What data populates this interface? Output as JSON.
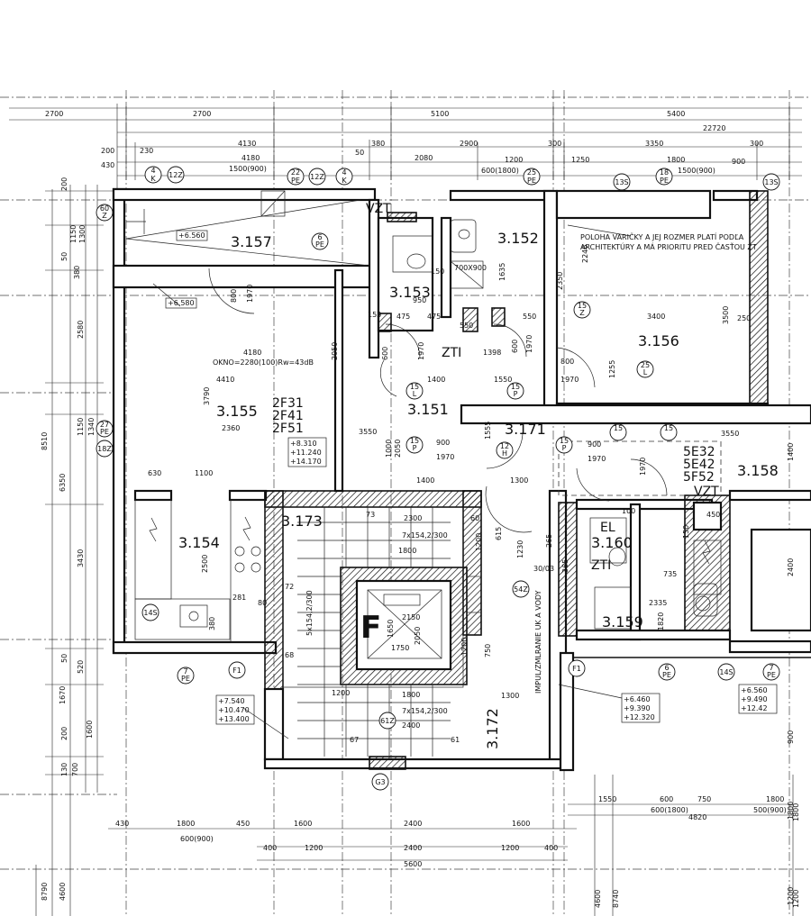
{
  "rooms": [
    "3.157",
    "3.152",
    "3.153",
    "3.156",
    "3.155",
    "3.151",
    "3.171",
    "3.158",
    "3.154",
    "3.173",
    "3.160",
    "3.159",
    "3.172"
  ],
  "room_codes": {
    "c3155": [
      "2F31",
      "2F41",
      "2F51"
    ],
    "c3158": [
      "5E32",
      "5E42",
      "5F52"
    ]
  },
  "labels": {
    "vzt_a": "VZT",
    "vzt_b": "VZT",
    "zti_a": "ZTI",
    "zti_b": "ZTI",
    "el": "EL",
    "lift": "F",
    "note_1": "POLOHA VARIČKY A JEJ ROZMER PLATÍ PODĽA",
    "note_2": "ARCHITEKTÚRY A MÁ PRIORITU PRED ČASŤOU ZT",
    "window_note": "OKNO=2280(100)Rw=43dB",
    "shaft_note": "IMPUL/ZMLRANIE UK A VODY",
    "box_700": "700X900",
    "stair_a": "7x154,2/300",
    "stair_b": "7x154,2/300",
    "stair_c": "5x154,2/300"
  },
  "levels": {
    "a": "+6.560",
    "b": "+6.580",
    "c": [
      "+8.310",
      "+11.240",
      "+14.170"
    ],
    "d": [
      "+7.540",
      "+10.470",
      "+13.400"
    ],
    "e": [
      "+6.460",
      "+9.390",
      "+12.320"
    ],
    "f": [
      "+6.560",
      "+9.490",
      "+12.42"
    ]
  },
  "top_dims": {
    "row1": [
      "2700",
      "2700",
      "5100",
      "5400"
    ],
    "total": "22720",
    "row2": [
      "200",
      "230",
      "4130",
      "380",
      "50",
      "2900",
      "300",
      "3350",
      "300"
    ],
    "row3": [
      "430",
      "4180",
      "1500(900)",
      "2080",
      "1200",
      "1250",
      "1800",
      "1500(900)",
      "900"
    ],
    "row3b": [
      "600(1800)"
    ]
  },
  "left_dims": [
    "200",
    "1150",
    "1300",
    "50",
    "380",
    "2580",
    "8510",
    "1150",
    "1340",
    "6350",
    "3430",
    "50",
    "520",
    "1670",
    "1600",
    "200",
    "130",
    "700",
    "8790",
    "4600"
  ],
  "right_dims": [
    "1400",
    "2400",
    "900",
    "1800",
    "1200"
  ],
  "bottom_dims": {
    "row1": [
      "430",
      "1800",
      "450",
      "1600",
      "2400",
      "1600"
    ],
    "row1b": [
      "600(900)"
    ],
    "row2": [
      "400",
      "1200",
      "2400",
      "1200",
      "400"
    ],
    "total": "5600",
    "right_a": [
      "1550",
      "600",
      "750",
      "1800"
    ],
    "right_b": [
      "600(1800)",
      "4820",
      "500(900)"
    ],
    "vert": [
      "4600",
      "8740",
      "1800",
      "1200"
    ]
  },
  "inner_dims": [
    "800",
    "1970",
    "600",
    "1970",
    "600",
    "1970",
    "800",
    "1970",
    "900",
    "1970",
    "900",
    "1970",
    "2350",
    "1400",
    "1550",
    "3400",
    "3500",
    "250",
    "4180",
    "4410",
    "3790",
    "2050",
    "2360",
    "3550",
    "3550",
    "1000",
    "2050",
    "1100",
    "630",
    "1400",
    "1300",
    "1200",
    "2300",
    "1800",
    "2150",
    "1750",
    "1650",
    "2050",
    "2400",
    "1800",
    "1200",
    "1300",
    "750",
    "1200",
    "67",
    "61",
    "60",
    "73",
    "72",
    "68",
    "950",
    "150",
    "475",
    "475",
    "550",
    "550",
    "1635",
    "1398",
    "2246",
    "1255",
    "1555",
    "2335",
    "735",
    "1820",
    "150",
    "450",
    "100",
    "1970",
    "1230",
    "615",
    "265",
    "365",
    "30/03",
    "2500",
    "380",
    "281",
    "80",
    "153"
  ],
  "bubbles": [
    "4",
    "12Z",
    "22",
    "12Z",
    "4",
    "25",
    "18",
    "13S",
    "13S",
    "60",
    "6",
    "15",
    "15",
    "15",
    "15",
    "25",
    "12",
    "15",
    "15",
    "15",
    "27",
    "18Z",
    "14S",
    "7",
    "F1",
    "F1",
    "6",
    "14S",
    "7",
    "61Z",
    "G3",
    "54Z"
  ],
  "bubble_sub": [
    "K",
    "PE",
    "K",
    "PE",
    "PE",
    "Z",
    "PE",
    "L",
    "P",
    "Z",
    "L",
    "H",
    "Z",
    "P",
    "PE",
    "PE",
    "PE"
  ]
}
